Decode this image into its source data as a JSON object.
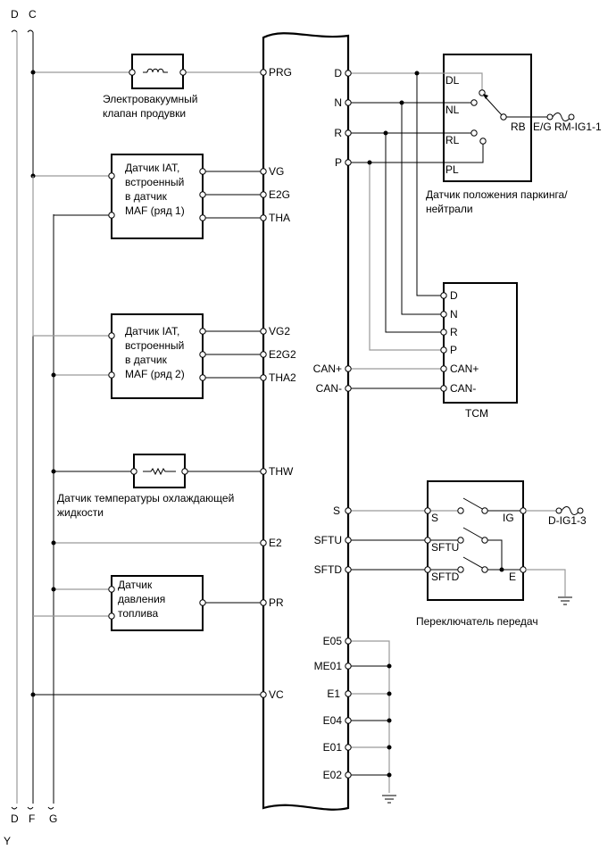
{
  "diagram": {
    "footer_code": "Y",
    "bus_labels_top": [
      "D",
      "C"
    ],
    "bus_labels_bottom": [
      "D",
      "F",
      "G"
    ],
    "components": {
      "purge_valve": {
        "label_lines": [
          "Электровакуумный",
          "клапан продувки"
        ]
      },
      "maf1": {
        "label_lines": [
          "Датчик IAT,",
          "встроенный",
          "в датчик",
          "MAF (ряд 1)"
        ]
      },
      "maf2": {
        "label_lines": [
          "Датчик IAT,",
          "встроенный",
          "в датчик",
          "MAF (ряд 2)"
        ]
      },
      "coolant_sensor": {
        "label_lines": [
          "Датчик температуры охлаждающей",
          "жидкости"
        ]
      },
      "fuel_pressure": {
        "label_lines": [
          "Датчик",
          "давления",
          "топлива"
        ]
      },
      "pn_switch": {
        "label_lines": [
          "Датчик положения паркинга/",
          "нейтрали"
        ],
        "pins": [
          "DL",
          "NL",
          "RL",
          "PL",
          "RB"
        ],
        "power": "E/G RM-IG1-1"
      },
      "tcm": {
        "label": "TCM",
        "pins": [
          "D",
          "N",
          "R",
          "P",
          "CAN+",
          "CAN-"
        ]
      },
      "shift_switch": {
        "label": "Переключатель передач",
        "pins": [
          "S",
          "SFTU",
          "SFTD",
          "IG",
          "E"
        ],
        "power": "D-IG1-3"
      }
    },
    "ecm_left_pins": [
      "PRG",
      "VG",
      "E2G",
      "THA",
      "VG2",
      "E2G2",
      "THA2",
      "THW",
      "E2",
      "PR",
      "VC"
    ],
    "ecm_right_pins": [
      "D",
      "N",
      "R",
      "P",
      "CAN+",
      "CAN-",
      "S",
      "SFTU",
      "SFTD",
      "E05",
      "ME01",
      "E1",
      "E04",
      "E01",
      "E02"
    ]
  }
}
